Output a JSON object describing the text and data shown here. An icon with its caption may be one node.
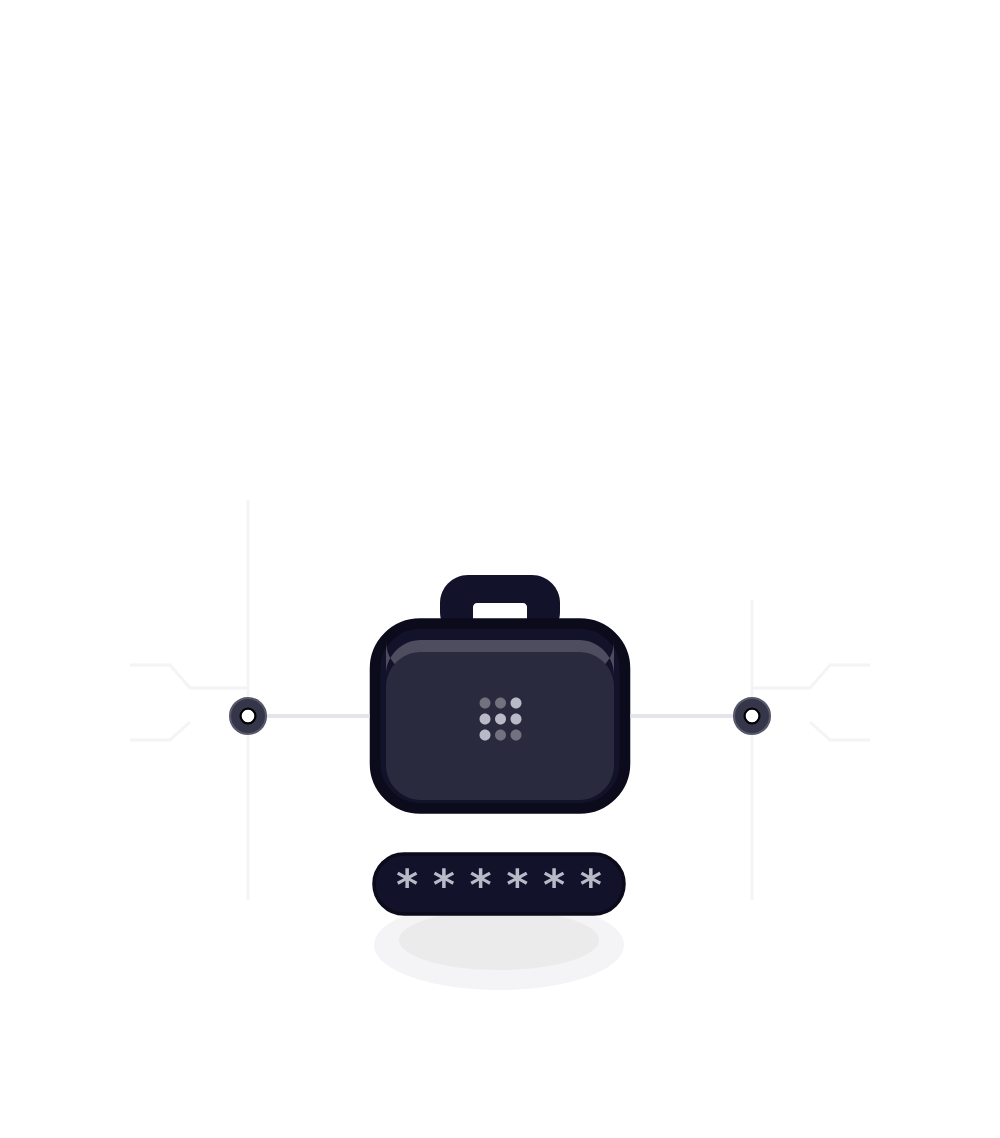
{
  "diagram": {
    "nodes": [
      {
        "text": [],
        "shape": "picture"
      },
      {
        "text": [],
        "shape": "circle"
      },
      {
        "text": [],
        "shape": "circle"
      },
      {
        "text": [
          "* * * * * *"
        ]
      }
    ],
    "edges": [
      {
        "from": 1,
        "to": 0,
        "arrow": "none"
      },
      {
        "from": 0,
        "to": 2,
        "arrow": "none"
      }
    ]
  }
}
